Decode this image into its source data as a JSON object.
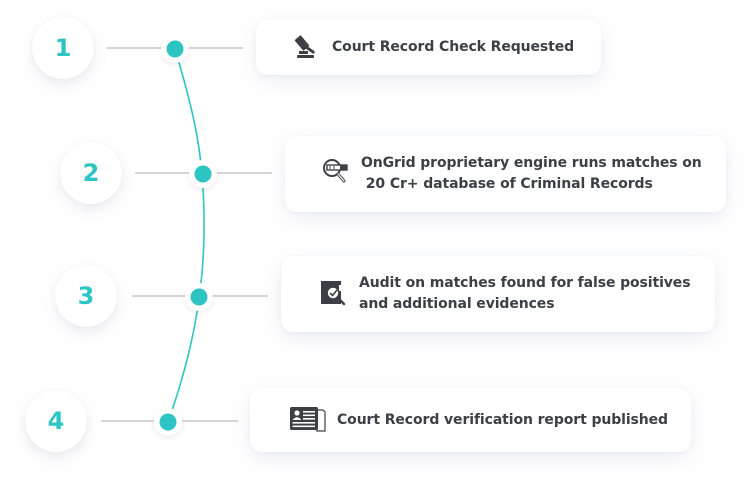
{
  "colors": {
    "accent": "#2ec4c4",
    "connector_gray": "#d6d6d6",
    "text_dark": "#3d3f46",
    "icon_dark": "#3d3f46"
  },
  "steps": [
    {
      "number": "1",
      "icon": "gavel-icon",
      "lines": [
        "Court Record Check Requested"
      ]
    },
    {
      "number": "2",
      "icon": "magnifier-database-icon",
      "lines": [
        "OnGrid proprietary engine runs matches on",
        " 20 Cr+ database of Criminal Records"
      ]
    },
    {
      "number": "3",
      "icon": "audit-check-icon",
      "lines": [
        "Audit on matches found for false positives",
        "and additional evidences"
      ]
    },
    {
      "number": "4",
      "icon": "report-id-card-icon",
      "lines": [
        "Court Record verification report published"
      ]
    }
  ]
}
